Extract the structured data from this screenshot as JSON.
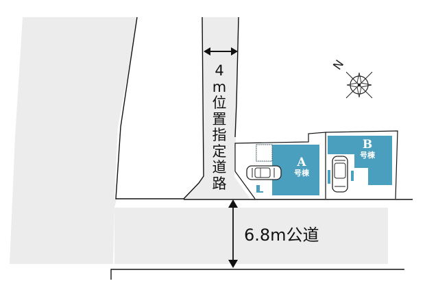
{
  "map": {
    "private_road": {
      "width_label": "4m位置指定道路",
      "chars": [
        "4",
        "m",
        "位",
        "置",
        "指",
        "定",
        "道",
        "路"
      ]
    },
    "public_road": {
      "label": "6.8m公道"
    },
    "lots": [
      {
        "id": "A",
        "letter": "A",
        "suffix": "号棟",
        "label": "A号棟"
      },
      {
        "id": "B",
        "letter": "B",
        "suffix": "号棟",
        "label": "B号棟"
      }
    ],
    "compass": {
      "north_label": "N"
    },
    "colors": {
      "building": "#4a9fbe",
      "road_gray": "#ececec",
      "line": "#111111",
      "background": "#ffffff"
    }
  }
}
